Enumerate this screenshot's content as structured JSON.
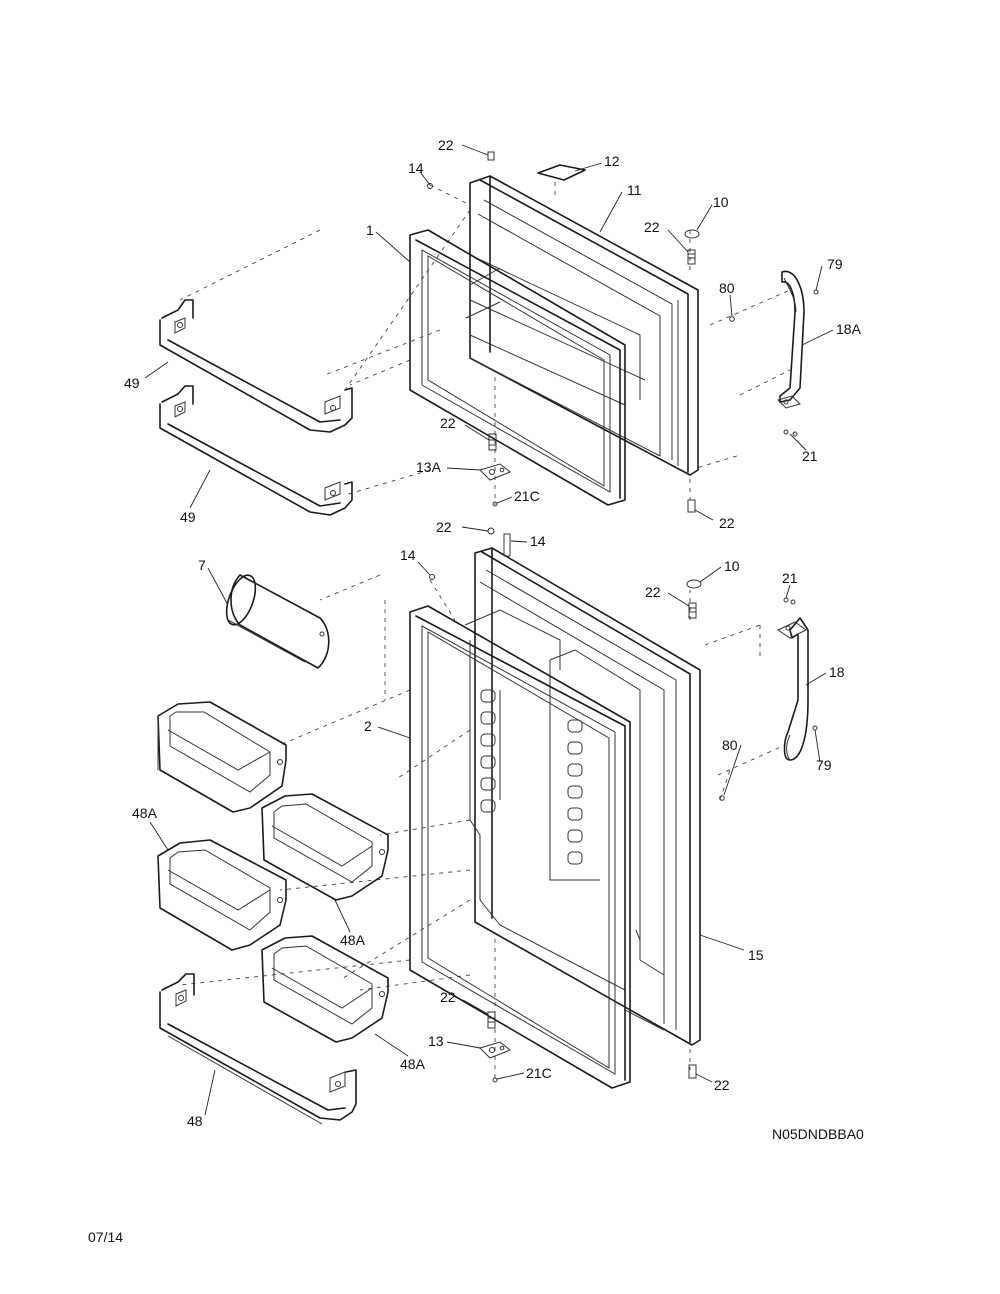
{
  "callouts": {
    "c22_top": "22",
    "c12": "12",
    "c14_top": "14",
    "c11": "11",
    "c10_top": "10",
    "c22_hinge_top": "22",
    "c1": "1",
    "c79_top": "79",
    "c80_top": "80",
    "c18A": "18A",
    "c49_top": "49",
    "c22_mid_upper": "22",
    "c21_upper": "21",
    "c13A": "13A",
    "c21C_upper": "21C",
    "c49_bottom": "49",
    "c22_bottom_upper": "22",
    "c22_top_lower": "22",
    "c14_lower_right": "14",
    "c14_lower_left": "14",
    "c7": "7",
    "c10_lower": "10",
    "c21_lower": "21",
    "c22_hinge_lower": "22",
    "c18": "18",
    "c2": "2",
    "c80_lower": "80",
    "c79_lower": "79",
    "c48A_left": "48A",
    "c48A_mid": "48A",
    "c15": "15",
    "c22_mid_lower": "22",
    "c13": "13",
    "c48A_bottom": "48A",
    "c21C_lower": "21C",
    "c22_bottom_lower": "22",
    "c48": "48"
  },
  "diagram_code": "N05DNDBBA0",
  "date": "07/14"
}
